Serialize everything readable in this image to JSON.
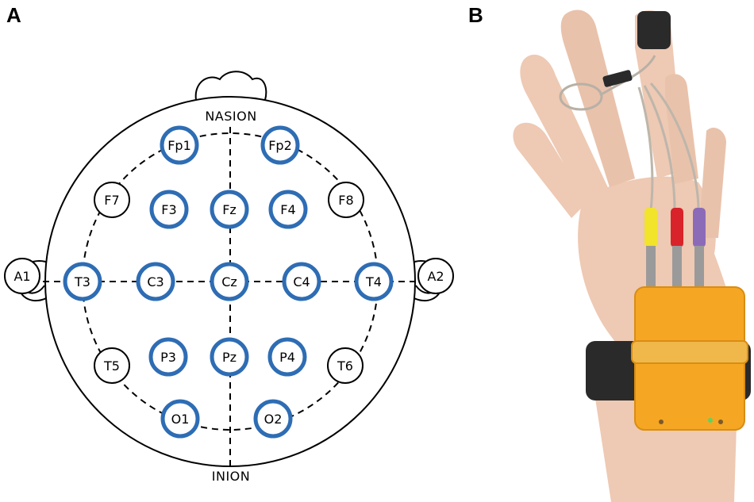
{
  "panels": {
    "a": {
      "letter": "A"
    },
    "b": {
      "letter": "B"
    }
  },
  "landmarks": {
    "nasion": "NASION",
    "inion": "INION"
  },
  "colors": {
    "highlight_ring": "#2e6db4",
    "outline": "#000000",
    "device_body": "#f5a623",
    "wrist_strap": "#2a2a2a",
    "lead_yellow": "#f2e32b",
    "lead_red": "#d8232a",
    "lead_purple": "#8b6bb8",
    "skin": "#eec9b3"
  },
  "electrodes": [
    {
      "key": "fp1",
      "label": "Fp1",
      "highlighted": true
    },
    {
      "key": "fp2",
      "label": "Fp2",
      "highlighted": true
    },
    {
      "key": "f7",
      "label": "F7",
      "highlighted": false
    },
    {
      "key": "f3",
      "label": "F3",
      "highlighted": true
    },
    {
      "key": "fz",
      "label": "Fz",
      "highlighted": true
    },
    {
      "key": "f4",
      "label": "F4",
      "highlighted": true
    },
    {
      "key": "f8",
      "label": "F8",
      "highlighted": false
    },
    {
      "key": "a1",
      "label": "A1",
      "highlighted": false
    },
    {
      "key": "t3",
      "label": "T3",
      "highlighted": true
    },
    {
      "key": "c3",
      "label": "C3",
      "highlighted": true
    },
    {
      "key": "cz",
      "label": "Cz",
      "highlighted": true
    },
    {
      "key": "c4",
      "label": "C4",
      "highlighted": true
    },
    {
      "key": "t4",
      "label": "T4",
      "highlighted": true
    },
    {
      "key": "a2",
      "label": "A2",
      "highlighted": false
    },
    {
      "key": "t5",
      "label": "T5",
      "highlighted": false
    },
    {
      "key": "p3",
      "label": "P3",
      "highlighted": true
    },
    {
      "key": "pz",
      "label": "Pz",
      "highlighted": true
    },
    {
      "key": "p4",
      "label": "P4",
      "highlighted": true
    },
    {
      "key": "t6",
      "label": "T6",
      "highlighted": false
    },
    {
      "key": "o1",
      "label": "O1",
      "highlighted": true
    },
    {
      "key": "o2",
      "label": "O2",
      "highlighted": true
    }
  ]
}
